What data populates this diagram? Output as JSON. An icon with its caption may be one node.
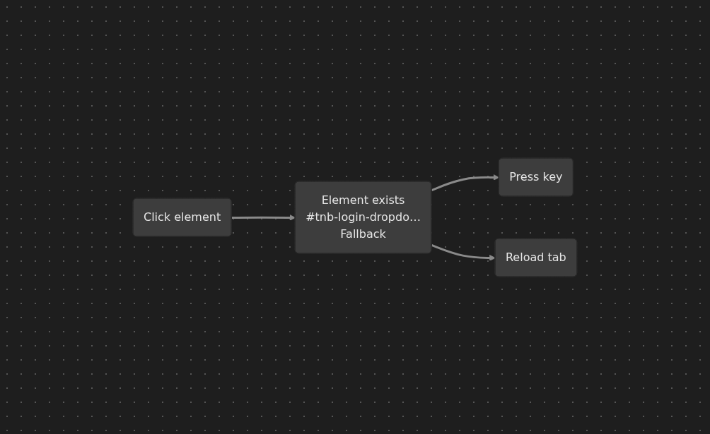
{
  "diagram": {
    "nodes": [
      {
        "text": [
          "Click element"
        ]
      },
      {
        "text": [
          "Element exists",
          "#tnb-login-dropdo…",
          "Fallback"
        ]
      },
      {
        "text": [
          "Press key"
        ]
      },
      {
        "text": [
          "Reload tab"
        ]
      }
    ],
    "edges": [
      {
        "from": 0,
        "to": 1,
        "arrow": "to"
      },
      {
        "from": 1,
        "to": 2,
        "arrow": "to"
      },
      {
        "from": 1,
        "to": 3,
        "arrow": "to"
      }
    ]
  }
}
